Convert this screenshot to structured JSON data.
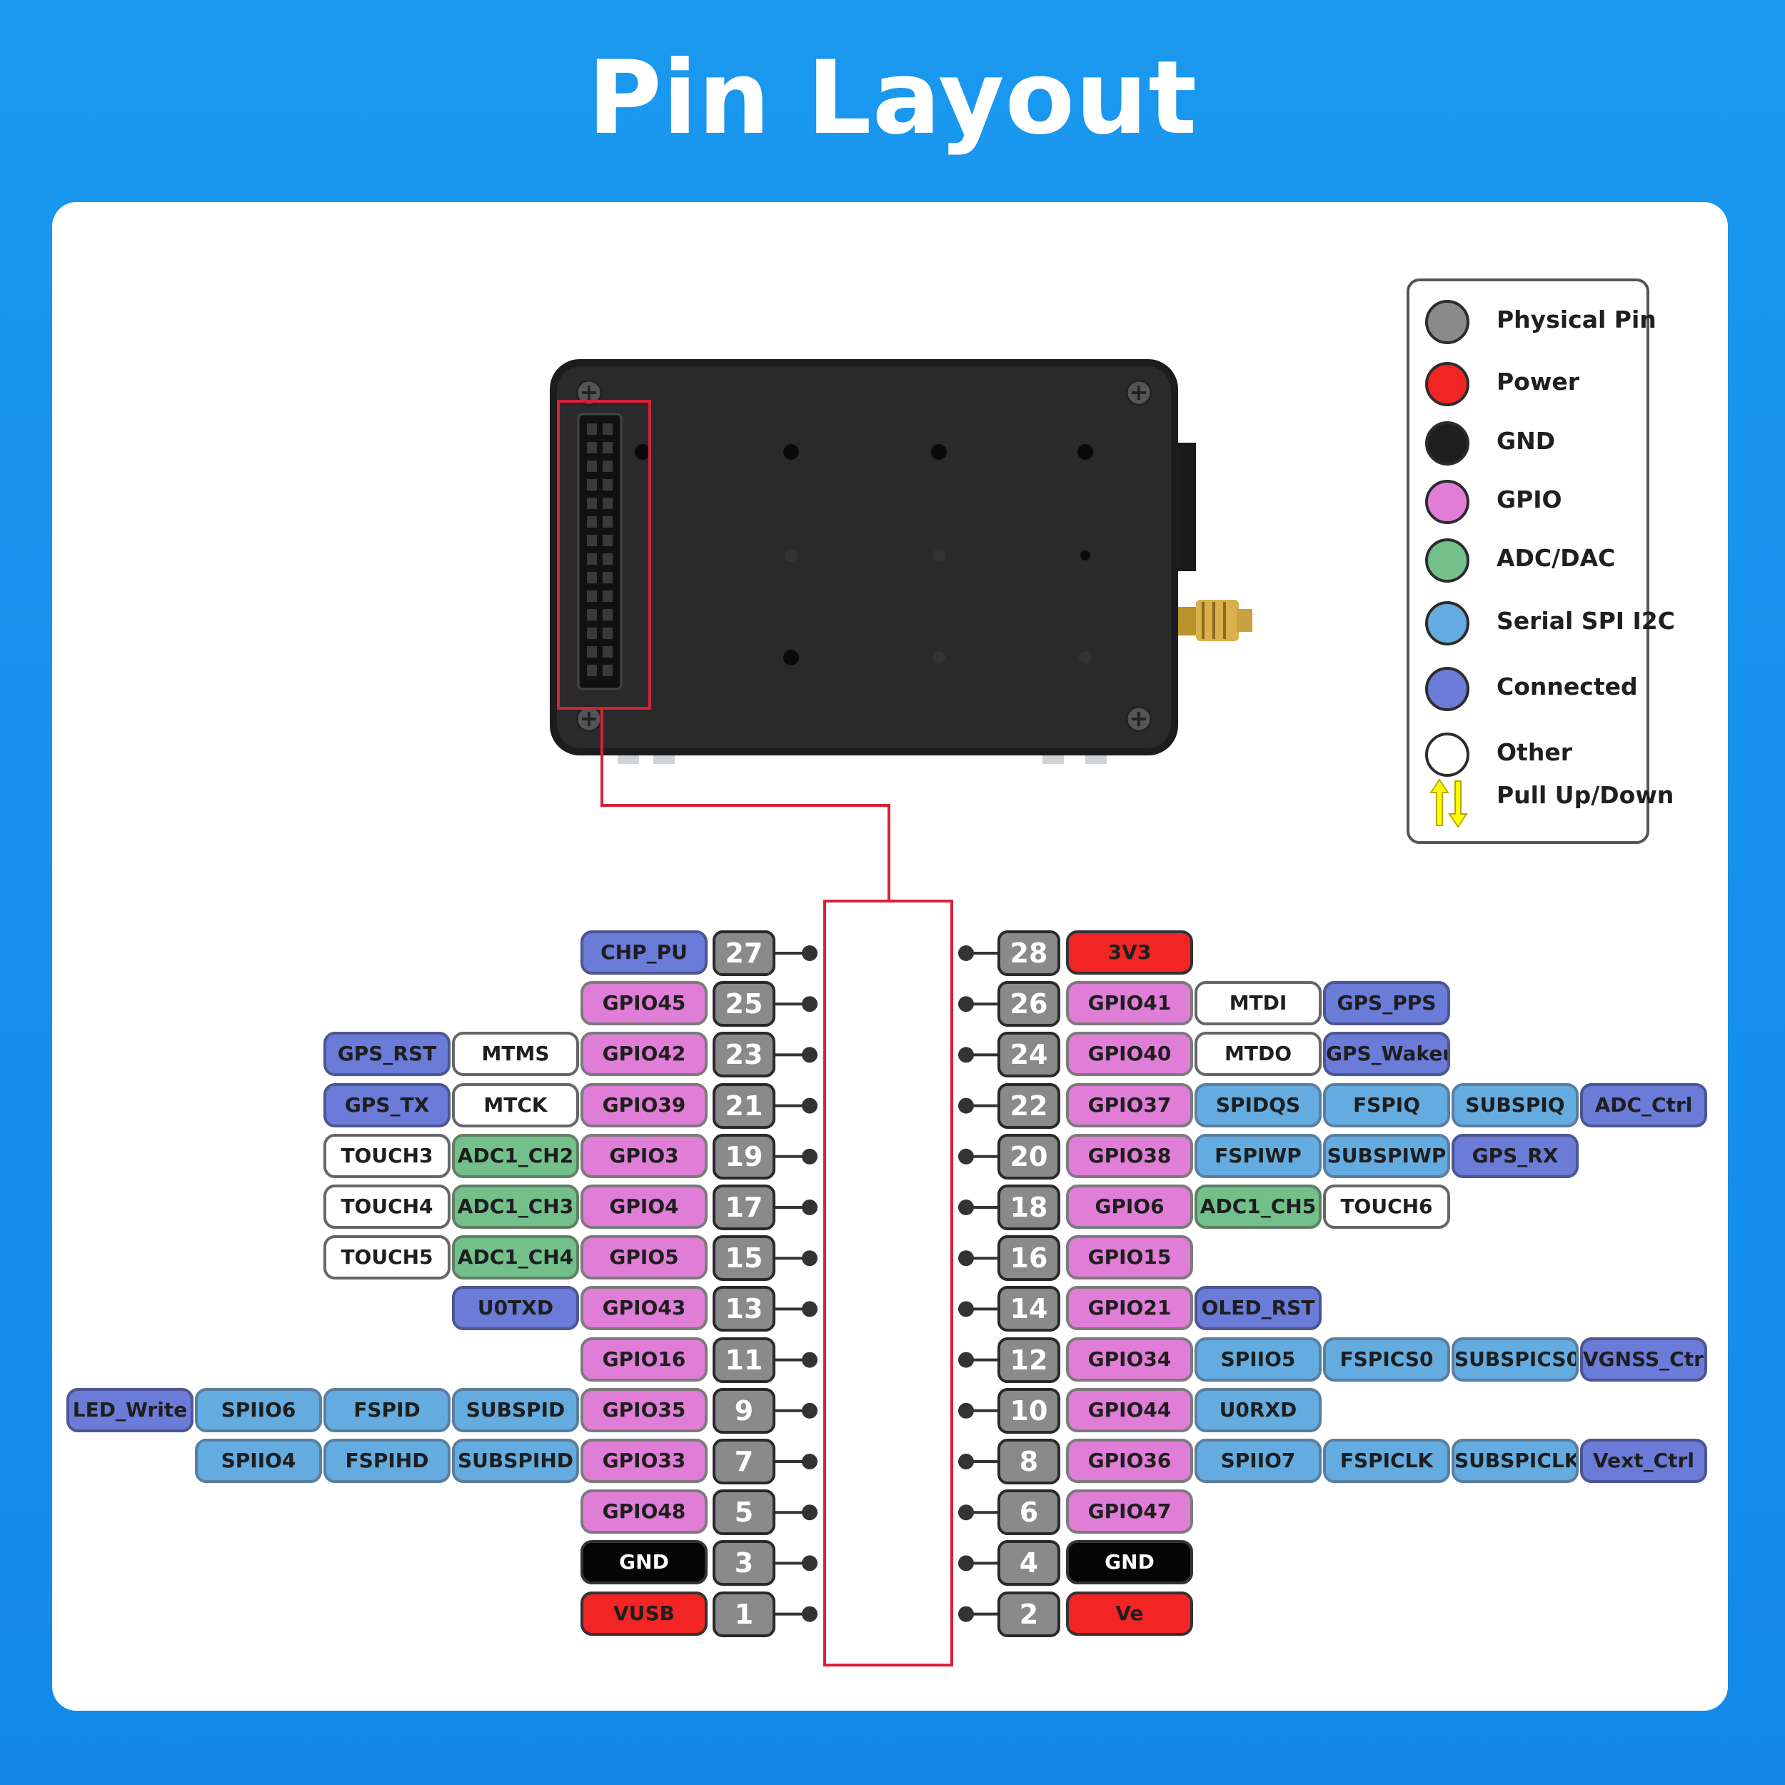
{
  "title": "Pin Layout",
  "colors": {
    "background": "#1a98ee",
    "physical": "#8a8a8a",
    "power": "#f22424",
    "gnd": "#050505",
    "gpio": "#e07ed7",
    "adc": "#73c08b",
    "serial": "#64ace0",
    "connected": "#6b7bd8",
    "other": "#ffffff",
    "highlight": "#d7213a"
  },
  "legend": [
    {
      "label": "Physical Pin",
      "type": "physical"
    },
    {
      "label": "Power",
      "type": "power"
    },
    {
      "label": "GND",
      "type": "gnd"
    },
    {
      "label": "GPIO",
      "type": "gpio"
    },
    {
      "label": "ADC/DAC",
      "type": "adc"
    },
    {
      "label": "Serial SPI I2C",
      "type": "serial"
    },
    {
      "label": "Connected",
      "type": "conn"
    },
    {
      "label": "Other",
      "type": "other"
    },
    {
      "label": "Pull Up/Down",
      "type": "arrows",
      "icon": "pull-up-down-arrows-icon"
    }
  ],
  "left_pins": [
    {
      "pin": "27",
      "labels": [
        [
          "CHP_PU",
          "conn"
        ]
      ]
    },
    {
      "pin": "25",
      "labels": [
        [
          "GPIO45",
          "gpio"
        ]
      ]
    },
    {
      "pin": "23",
      "labels": [
        [
          "GPIO42",
          "gpio"
        ],
        [
          "MTMS",
          "other"
        ],
        [
          "GPS_RST",
          "conn"
        ]
      ]
    },
    {
      "pin": "21",
      "labels": [
        [
          "GPIO39",
          "gpio"
        ],
        [
          "MTCK",
          "other"
        ],
        [
          "GPS_TX",
          "conn"
        ]
      ]
    },
    {
      "pin": "19",
      "labels": [
        [
          "GPIO3",
          "gpio"
        ],
        [
          "ADC1_CH2",
          "adc"
        ],
        [
          "TOUCH3",
          "other"
        ]
      ]
    },
    {
      "pin": "17",
      "labels": [
        [
          "GPIO4",
          "gpio"
        ],
        [
          "ADC1_CH3",
          "adc"
        ],
        [
          "TOUCH4",
          "other"
        ]
      ]
    },
    {
      "pin": "15",
      "labels": [
        [
          "GPIO5",
          "gpio"
        ],
        [
          "ADC1_CH4",
          "adc"
        ],
        [
          "TOUCH5",
          "other"
        ]
      ]
    },
    {
      "pin": "13",
      "labels": [
        [
          "GPIO43",
          "gpio"
        ],
        [
          "U0TXD",
          "conn"
        ]
      ]
    },
    {
      "pin": "11",
      "labels": [
        [
          "GPIO16",
          "gpio"
        ]
      ]
    },
    {
      "pin": "9",
      "labels": [
        [
          "GPIO35",
          "gpio"
        ],
        [
          "SUBSPID",
          "serial"
        ],
        [
          "FSPID",
          "serial"
        ],
        [
          "SPIIO6",
          "serial"
        ],
        [
          "LED_Write",
          "conn"
        ]
      ]
    },
    {
      "pin": "7",
      "labels": [
        [
          "GPIO33",
          "gpio"
        ],
        [
          "SUBSPIHD",
          "serial"
        ],
        [
          "FSPIHD",
          "serial"
        ],
        [
          "SPIIO4",
          "serial"
        ]
      ]
    },
    {
      "pin": "5",
      "labels": [
        [
          "GPIO48",
          "gpio"
        ]
      ]
    },
    {
      "pin": "3",
      "labels": [
        [
          "GND",
          "gnd"
        ]
      ]
    },
    {
      "pin": "1",
      "labels": [
        [
          "VUSB",
          "power"
        ]
      ]
    }
  ],
  "right_pins": [
    {
      "pin": "28",
      "labels": [
        [
          "3V3",
          "power"
        ]
      ]
    },
    {
      "pin": "26",
      "labels": [
        [
          "GPIO41",
          "gpio"
        ],
        [
          "MTDI",
          "other"
        ],
        [
          "GPS_PPS",
          "conn"
        ]
      ]
    },
    {
      "pin": "24",
      "labels": [
        [
          "GPIO40",
          "gpio"
        ],
        [
          "MTDO",
          "other"
        ],
        [
          "GPS_Wakeup",
          "conn"
        ]
      ]
    },
    {
      "pin": "22",
      "labels": [
        [
          "GPIO37",
          "gpio"
        ],
        [
          "SPIDQS",
          "serial"
        ],
        [
          "FSPIQ",
          "serial"
        ],
        [
          "SUBSPIQ",
          "serial"
        ],
        [
          "ADC_Ctrl",
          "conn"
        ]
      ]
    },
    {
      "pin": "20",
      "labels": [
        [
          "GPIO38",
          "gpio"
        ],
        [
          "FSPIWP",
          "serial"
        ],
        [
          "SUBSPIWP",
          "serial"
        ],
        [
          "GPS_RX",
          "conn"
        ]
      ]
    },
    {
      "pin": "18",
      "labels": [
        [
          "GPIO6",
          "gpio"
        ],
        [
          "ADC1_CH5",
          "adc"
        ],
        [
          "TOUCH6",
          "other"
        ]
      ]
    },
    {
      "pin": "16",
      "labels": [
        [
          "GPIO15",
          "gpio"
        ]
      ]
    },
    {
      "pin": "14",
      "labels": [
        [
          "GPIO21",
          "gpio"
        ],
        [
          "OLED_RST",
          "conn"
        ]
      ]
    },
    {
      "pin": "12",
      "labels": [
        [
          "GPIO34",
          "gpio"
        ],
        [
          "SPIIO5",
          "serial"
        ],
        [
          "FSPICS0",
          "serial"
        ],
        [
          "SUBSPICS0",
          "serial"
        ],
        [
          "VGNSS_Ctrl",
          "conn"
        ]
      ]
    },
    {
      "pin": "10",
      "labels": [
        [
          "GPIO44",
          "gpio"
        ],
        [
          "U0RXD",
          "serial"
        ]
      ]
    },
    {
      "pin": "8",
      "labels": [
        [
          "GPIO36",
          "gpio"
        ],
        [
          "SPIIO7",
          "serial"
        ],
        [
          "FSPICLK",
          "serial"
        ],
        [
          "SUBSPICLK",
          "serial"
        ],
        [
          "Vext_Ctrl",
          "conn"
        ]
      ]
    },
    {
      "pin": "6",
      "labels": [
        [
          "GPIO47",
          "gpio"
        ]
      ]
    },
    {
      "pin": "4",
      "labels": [
        [
          "GND",
          "gnd"
        ]
      ]
    },
    {
      "pin": "2",
      "labels": [
        [
          "Ve",
          "power"
        ]
      ]
    }
  ]
}
